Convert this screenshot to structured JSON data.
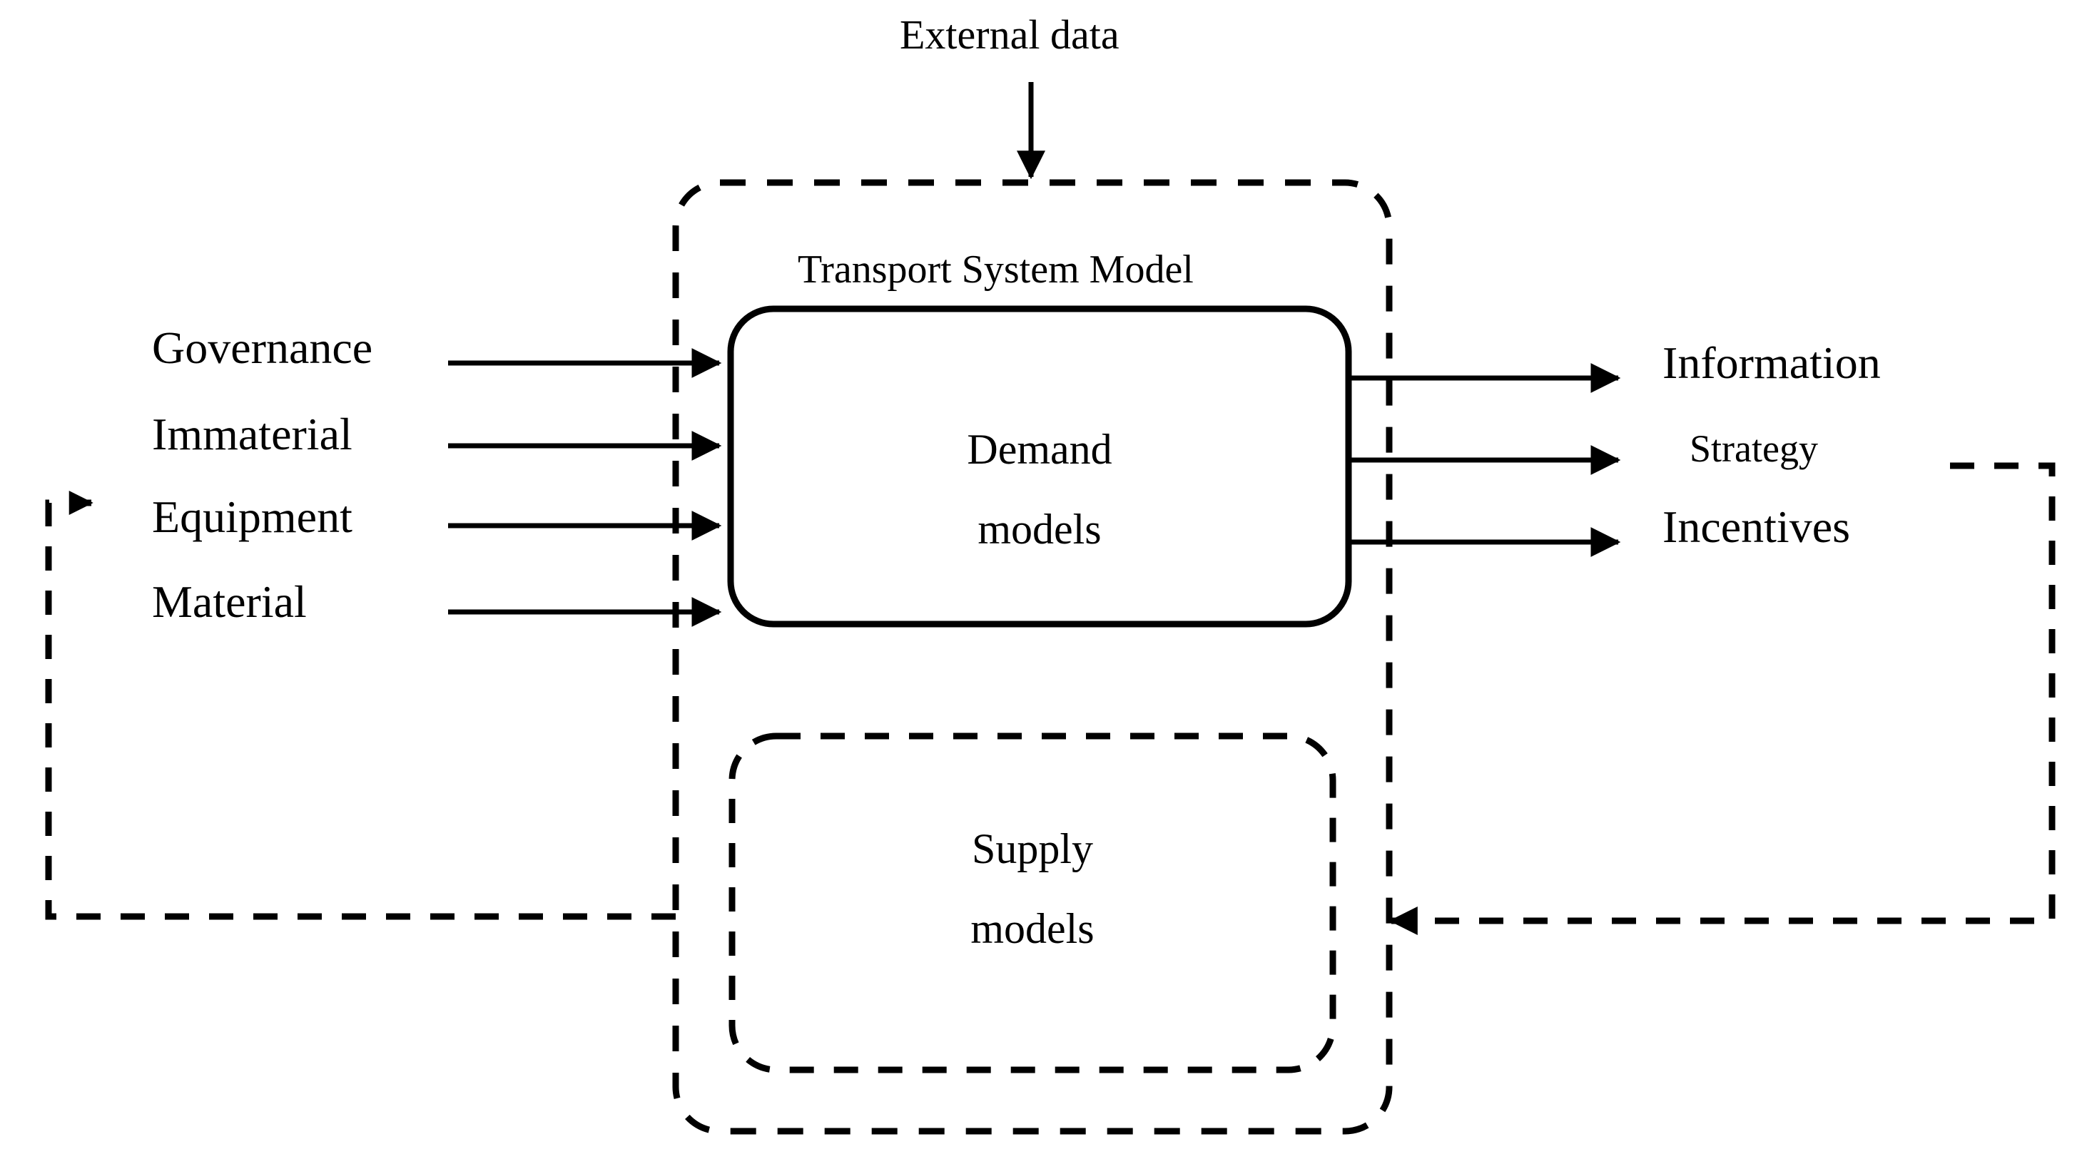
{
  "diagram": {
    "title": "Transport System Model",
    "type": "block-flow-diagram",
    "external_input": {
      "label": "External data",
      "arrow": "down-arrow-icon"
    },
    "container": {
      "name": "Transport System Model",
      "border_style": "dashed",
      "border_color": "#000000"
    },
    "inner_blocks": [
      {
        "id": "demand",
        "line1": "Demand",
        "line2": "models",
        "border_style": "solid"
      },
      {
        "id": "supply",
        "line1": "Supply",
        "line2": "models",
        "border_style": "dashed"
      }
    ],
    "inputs": [
      {
        "label": "Governance",
        "arrow": "right-arrow-icon"
      },
      {
        "label": "Immaterial",
        "arrow": "right-arrow-icon"
      },
      {
        "label": "Equipment",
        "arrow": "right-arrow-icon"
      },
      {
        "label": "Material",
        "arrow": "right-arrow-icon"
      }
    ],
    "outputs": [
      {
        "label": "Information",
        "arrow": "right-arrow-icon"
      },
      {
        "label": "Strategy",
        "arrow": "right-arrow-icon"
      },
      {
        "label": "Incentives",
        "arrow": "right-arrow-icon"
      }
    ],
    "feedback_loops": [
      {
        "id": "left-feedback",
        "style": "dashed",
        "target": "Equipment",
        "arrow": "right-arrow-icon"
      },
      {
        "id": "right-feedback",
        "style": "dashed",
        "target": "Supply models",
        "arrow": "left-arrow-icon"
      }
    ],
    "colors": {
      "stroke": "#000000",
      "background": "#ffffff"
    }
  }
}
